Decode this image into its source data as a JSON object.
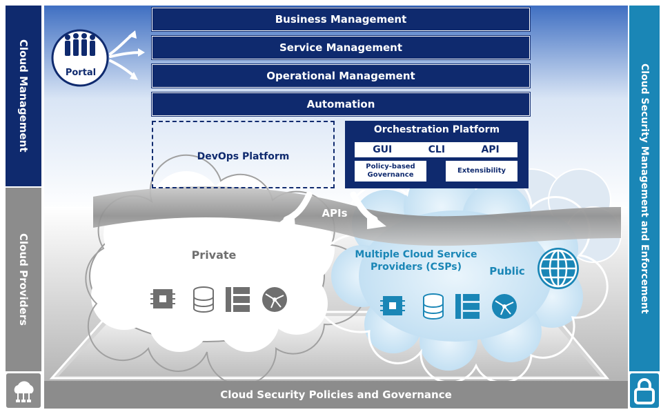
{
  "management_bars": [
    {
      "label": "Business Management"
    },
    {
      "label": "Service Management"
    },
    {
      "label": "Operational Management"
    },
    {
      "label": "Automation"
    }
  ],
  "portal": {
    "label": "Portal",
    "icon": "people-icon"
  },
  "side_labels": {
    "cloud_management": "Cloud Management",
    "cloud_providers": "Cloud Providers",
    "security_enforcement": "Cloud Security Management and Enforcement"
  },
  "devops": {
    "label": "DevOps Platform"
  },
  "orchestration": {
    "title": "Orchestration Platform",
    "interfaces": [
      "GUI",
      "CLI",
      "API"
    ],
    "policy": "Policy-based Governance",
    "extensibility": "Extensibility"
  },
  "apis": {
    "label": "APIs"
  },
  "clouds": {
    "private": "Private",
    "csps": "Multiple Cloud Service Providers (CSPs)",
    "public": "Public"
  },
  "footer": {
    "label": "Cloud Security Policies and Governance"
  },
  "colors": {
    "navy": "#0f2a6e",
    "teal": "#1a86b6",
    "gray": "#8c8c8c",
    "light_blue": "#cfe6f6"
  }
}
